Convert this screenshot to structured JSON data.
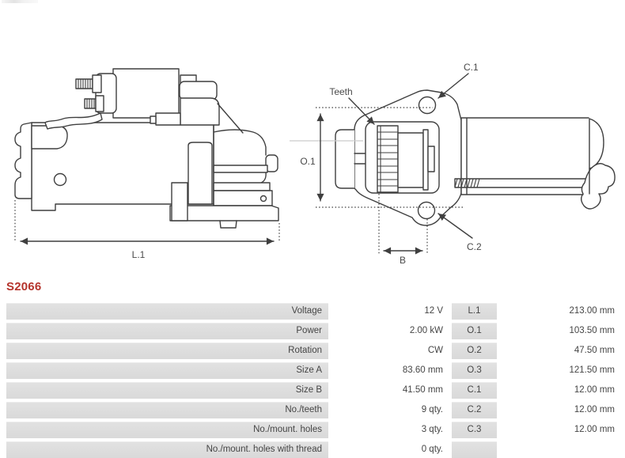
{
  "product": {
    "code": "S2066"
  },
  "colors": {
    "accent": "#b5342c",
    "line": "#3f3f3f",
    "cell_gray": "#dcdcdc"
  },
  "drawing": {
    "left_view": {
      "dim_label": "L.1"
    },
    "right_view": {
      "teeth_label": "Teeth",
      "c1_label": "C.1",
      "c2_label": "C.2",
      "o1_label": "O.1",
      "b_label": "B"
    }
  },
  "spec_table": {
    "rows": [
      {
        "label": "Voltage",
        "value": "12 V",
        "label2": "L.1",
        "value2": "213.00 mm"
      },
      {
        "label": "Power",
        "value": "2.00 kW",
        "label2": "O.1",
        "value2": "103.50 mm"
      },
      {
        "label": "Rotation",
        "value": "CW",
        "label2": "O.2",
        "value2": "47.50 mm"
      },
      {
        "label": "Size A",
        "value": "83.60 mm",
        "label2": "O.3",
        "value2": "121.50 mm"
      },
      {
        "label": "Size B",
        "value": "41.50 mm",
        "label2": "C.1",
        "value2": "12.00 mm"
      },
      {
        "label": "No./teeth",
        "value": "9 qty.",
        "label2": "C.2",
        "value2": "12.00 mm"
      },
      {
        "label": "No./mount. holes",
        "value": "3 qty.",
        "label2": "C.3",
        "value2": "12.00 mm"
      },
      {
        "label": "No./mount. holes with thread",
        "value": "0 qty.",
        "label2": "",
        "value2": ""
      }
    ]
  }
}
